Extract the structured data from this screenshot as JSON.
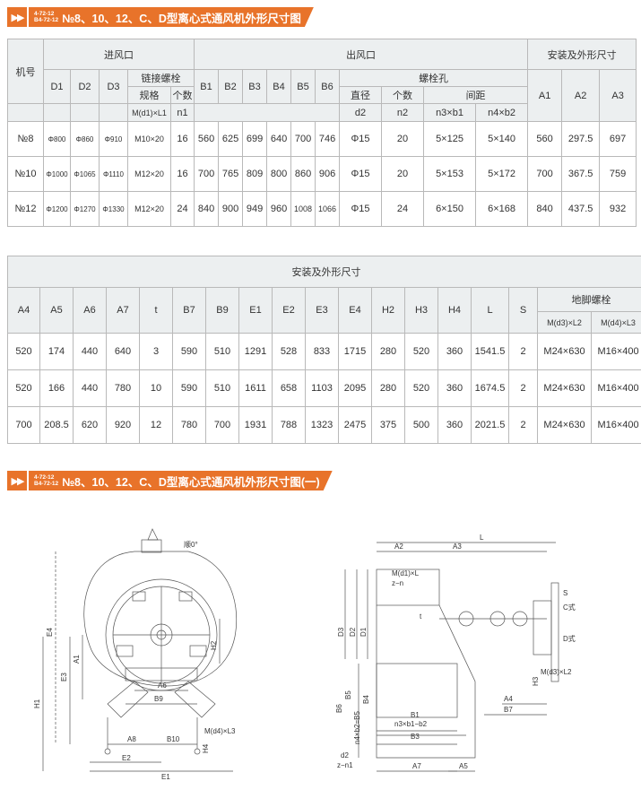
{
  "banner1": {
    "code_top": "4-72-12",
    "code_bottom": "B4-72-12",
    "title": "№8、10、12、C、D型离心式通风机外形尺寸图"
  },
  "banner2": {
    "code_top": "4-72-12",
    "code_bottom": "B4-72-12",
    "title": "№8、10、12、C、D型离心式通风机外形尺寸图(一)"
  },
  "table1": {
    "model_header": "机号",
    "inlet_group": "进风口",
    "outlet_group": "出风口",
    "install_group": "安装及外形尺寸",
    "chain_bolt": "链接螺栓",
    "spec": "规格",
    "count": "个数",
    "spec_sub": "M(d1)×L1",
    "count_sub": "n1",
    "bolt_hole": "螺栓孔",
    "diameter": "直径",
    "hole_count": "个数",
    "spacing": "间距",
    "d2": "d2",
    "n2": "n2",
    "n3b1": "n3×b1",
    "n4b2": "n4×b2",
    "cols_d": [
      "D1",
      "D2",
      "D3"
    ],
    "cols_b": [
      "B1",
      "B2",
      "B3",
      "B4",
      "B5",
      "B6"
    ],
    "cols_a": [
      "A1",
      "A2",
      "A3"
    ],
    "rows": [
      {
        "model": "№8",
        "d1": "Φ800",
        "d2": "Φ860",
        "d3": "Φ910",
        "spec": "M10×20",
        "n1": "16",
        "b1": "560",
        "b2": "625",
        "b3": "699",
        "b4": "640",
        "b5": "700",
        "b6": "746",
        "dia": "Φ15",
        "n2": "20",
        "n3b1": "5×125",
        "n4b2": "5×140",
        "a1": "560",
        "a2": "297.5",
        "a3": "697"
      },
      {
        "model": "№10",
        "d1": "Φ1000",
        "d2": "Φ1065",
        "d3": "Φ1110",
        "spec": "M12×20",
        "n1": "16",
        "b1": "700",
        "b2": "765",
        "b3": "809",
        "b4": "800",
        "b5": "860",
        "b6": "906",
        "dia": "Φ15",
        "n2": "20",
        "n3b1": "5×153",
        "n4b2": "5×172",
        "a1": "700",
        "a2": "367.5",
        "a3": "759"
      },
      {
        "model": "№12",
        "d1": "Φ1200",
        "d2": "Φ1270",
        "d3": "Φ1330",
        "spec": "M12×20",
        "n1": "24",
        "b1": "840",
        "b2": "900",
        "b3": "949",
        "b4": "960",
        "b5": "1008",
        "b6": "1066",
        "dia": "Φ15",
        "n2": "24",
        "n3b1": "6×150",
        "n4b2": "6×168",
        "a1": "840",
        "a2": "437.5",
        "a3": "932"
      }
    ]
  },
  "table2": {
    "install_group": "安装及外形尺寸",
    "foot_bolt": "地脚螺栓",
    "cols": [
      "A4",
      "A5",
      "A6",
      "A7",
      "t",
      "B7",
      "B9",
      "E1",
      "E2",
      "E3",
      "E4",
      "H2",
      "H3",
      "H4",
      "L",
      "S"
    ],
    "sub1": "M(d3)×L2",
    "sub2": "M(d4)×L3",
    "rows": [
      [
        "520",
        "174",
        "440",
        "640",
        "3",
        "590",
        "510",
        "1291",
        "528",
        "833",
        "1715",
        "280",
        "520",
        "360",
        "1541.5",
        "2",
        "M24×630",
        "M16×400"
      ],
      [
        "520",
        "166",
        "440",
        "780",
        "10",
        "590",
        "510",
        "1611",
        "658",
        "1103",
        "2095",
        "280",
        "520",
        "360",
        "1674.5",
        "2",
        "M24×630",
        "M16×400"
      ],
      [
        "700",
        "208.5",
        "620",
        "920",
        "12",
        "780",
        "700",
        "1931",
        "788",
        "1323",
        "2475",
        "375",
        "500",
        "360",
        "2021.5",
        "2",
        "M24×630",
        "M16×400"
      ]
    ]
  },
  "drawing_left": {
    "angle": "顺0°",
    "labels": [
      "E4",
      "E3",
      "H1",
      "A1",
      "H2",
      "A6",
      "B9",
      "A8",
      "B10",
      "M(d4)×L3",
      "H4",
      "E2",
      "E1"
    ]
  },
  "drawing_right": {
    "labels": [
      "A2",
      "A3",
      "L",
      "M(d1)×L",
      "z−n",
      "D3",
      "D2",
      "D1",
      "t",
      "S",
      "C式",
      "D式",
      "H3",
      "M(d3)×L2",
      "A4",
      "B7",
      "B6",
      "B5",
      "n4×b2=B5",
      "B4",
      "B1",
      "n3×b1−b2",
      "B3",
      "d2",
      "z−n1",
      "A7",
      "A5"
    ]
  }
}
